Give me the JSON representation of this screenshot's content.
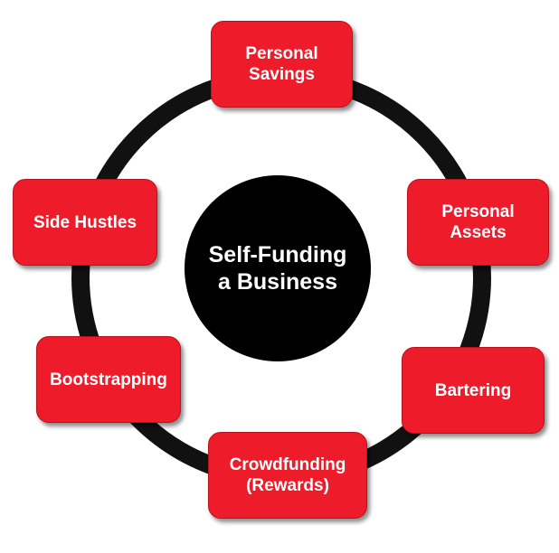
{
  "center": {
    "line1": "Self-Funding",
    "line2": "a Business"
  },
  "nodes": [
    {
      "id": "personal-savings",
      "line1": "Personal",
      "line2": "Savings"
    },
    {
      "id": "personal-assets",
      "line1": "Personal",
      "line2": "Assets"
    },
    {
      "id": "bartering",
      "line1": "Bartering",
      "line2": ""
    },
    {
      "id": "crowdfunding",
      "line1": "Crowdfunding",
      "line2": "(Rewards)"
    },
    {
      "id": "bootstrapping",
      "line1": "Bootstrapping",
      "line2": ""
    },
    {
      "id": "side-hustles",
      "line1": "Side Hustles",
      "line2": ""
    }
  ],
  "colors": {
    "node_fill": "#ee1c2a",
    "ring": "#111111",
    "center_fill": "#000000",
    "text": "#ffffff"
  }
}
